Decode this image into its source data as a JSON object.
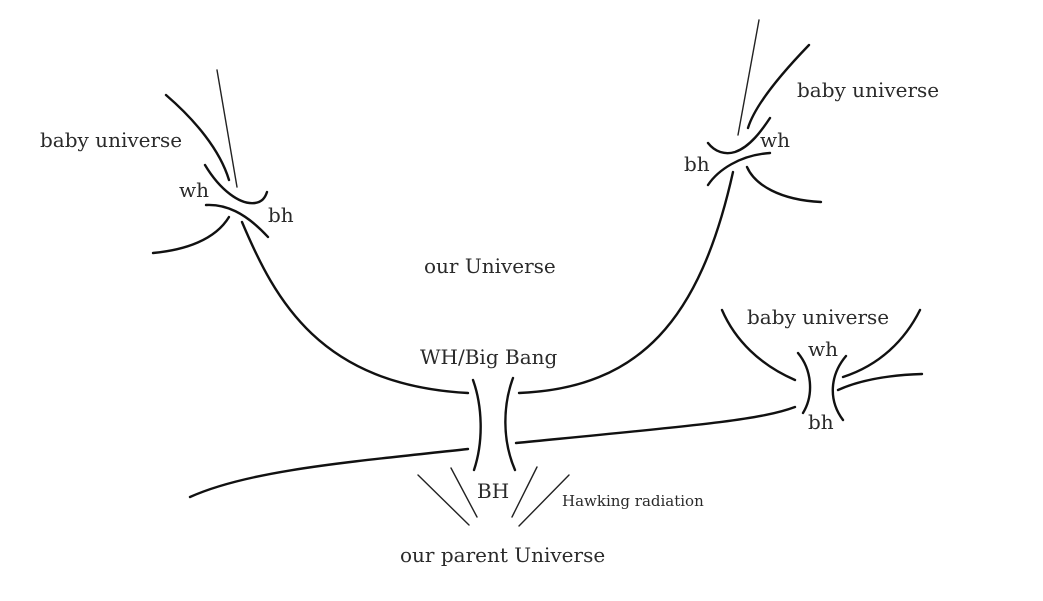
{
  "labels": {
    "baby_universe_left": "baby universe",
    "wh_left": "wh",
    "bh_left": "bh",
    "baby_universe_top_right": "baby universe",
    "wh_top_right": "wh",
    "bh_top_right": "bh",
    "our_universe": "our Universe",
    "wh_big_bang": "WH/Big Bang",
    "baby_universe_bottom_right": "baby universe",
    "wh_bottom_right": "wh",
    "bh_bottom_right": "bh",
    "bh_center": "BH",
    "hawking_radiation": "Hawking radiation",
    "our_parent_universe": "our parent Universe"
  }
}
